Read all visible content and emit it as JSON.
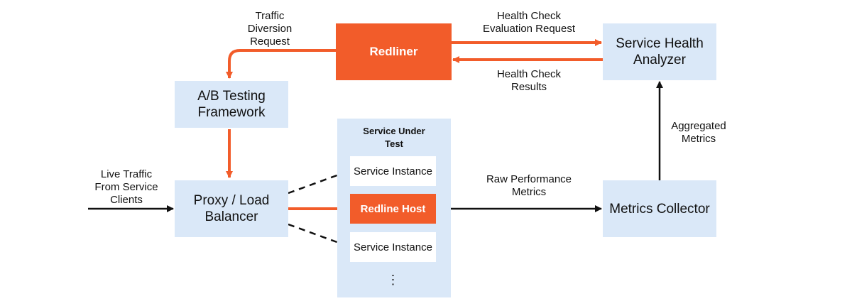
{
  "nodes": {
    "redliner": "Redliner",
    "health_analyzer": "Service Health\nAnalyzer",
    "ab_testing": "A/B Testing\nFramework",
    "proxy": "Proxy / Load\nBalancer",
    "metrics_collector": "Metrics Collector",
    "service_group_title": "Service Under\nTest",
    "service_instance_top": "Service Instance",
    "redline_host": "Redline Host",
    "service_instance_bottom": "Service Instance",
    "ellipsis": "⋮"
  },
  "edge_labels": {
    "traffic_diversion": "Traffic\nDiversion\nRequest",
    "health_check_request": "Health Check\nEvaluation Request",
    "health_check_results": "Health Check\nResults",
    "live_traffic": "Live Traffic\nFrom Service\nClients",
    "raw_metrics": "Raw Performance\nMetrics",
    "aggregated_metrics": "Aggregated\nMetrics"
  },
  "colors": {
    "accent": "#f25c2a",
    "box_fill": "#dae8f8",
    "line": "#111111"
  }
}
